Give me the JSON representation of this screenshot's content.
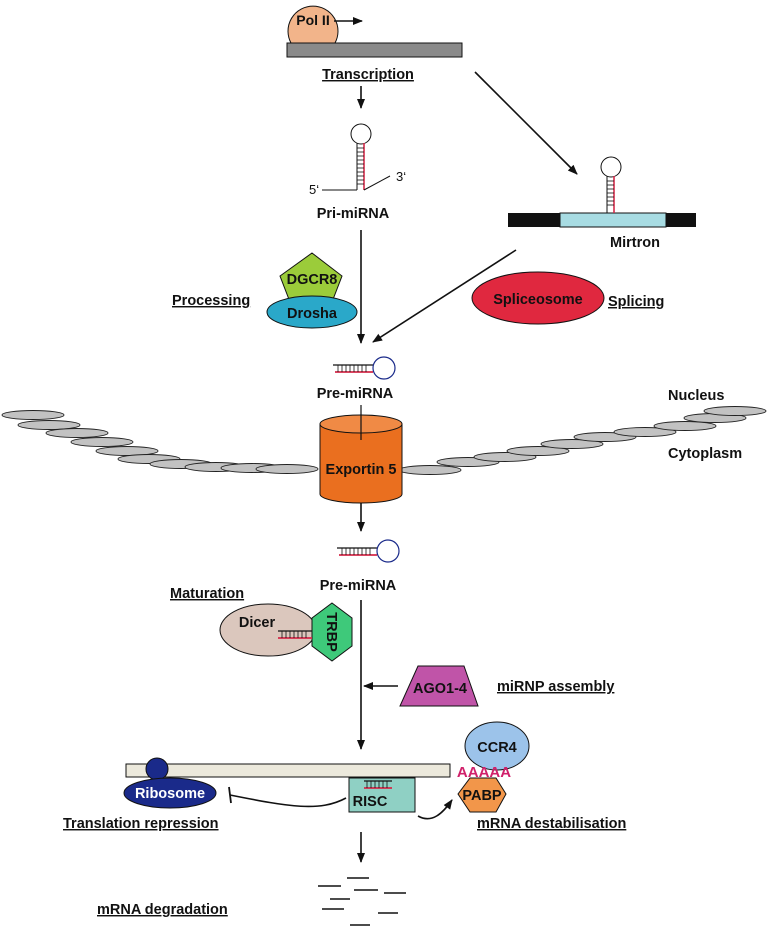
{
  "diagram": {
    "nodes": {
      "pol2": "Pol II",
      "pri_mirna": "Pri-miRNA",
      "five_prime": "5‘",
      "three_prime": "3‘",
      "mirtron": "Mirtron",
      "dgcr8": "DGCR8",
      "drosha": "Drosha",
      "spliceosome": "Spliceosome",
      "pre_mirna_nuclear": "Pre-miRNA",
      "exportin5": "Exportin 5",
      "pre_mirna_cytoplasmic": "Pre-miRNA",
      "dicer": "Dicer",
      "trbp": "TRBP",
      "ago": "AGO1-4",
      "ccr4": "CCR4",
      "poly_a": "AAAAA",
      "pabp": "PABP",
      "ribosome": "Ribosome",
      "risc": "RISC"
    },
    "process_labels": {
      "transcription": "Transcription",
      "processing": "Processing",
      "splicing": "Splicing",
      "maturation": "Maturation",
      "mirnp_assembly": "miRNP assembly",
      "translation_repression": "Translation repression",
      "mrna_destabilisation": "mRNA destabilisation",
      "mrna_degradation": "mRNA degradation"
    },
    "compartments": {
      "nucleus": "Nucleus",
      "cytoplasm": "Cytoplasm"
    },
    "colors": {
      "pol2": "#f2b48a",
      "dgcr8": "#9bcc3a",
      "drosha": "#2aa8c9",
      "spliceosome": "#e0283f",
      "exportin5": "#ea6f1f",
      "dicer": "#dbc7bd",
      "trbp": "#3ec97a",
      "ago": "#c054a8",
      "ccr4": "#9cc3ea",
      "pabp": "#f2964a",
      "ribosome": "#1a2a8a",
      "risc": "#8fd0c4",
      "hairpin_red": "#d42a4a",
      "mirtron_exon": "#a8dce3",
      "poly_a": "#d0206a"
    }
  }
}
